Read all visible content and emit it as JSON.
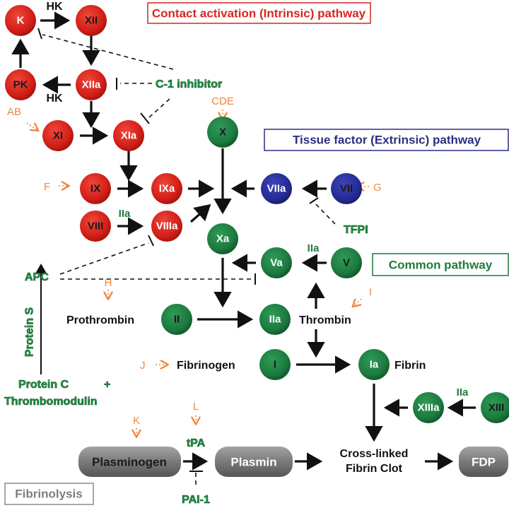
{
  "titles": {
    "intrinsic": "Contact activation (Intrinsic) pathway",
    "extrinsic": "Tissue factor (Extrinsic) pathway",
    "common": "Common pathway",
    "fibrinolysis": "Fibrinolysis"
  },
  "colors": {
    "intrinsic_red": "#d7261e",
    "extrinsic_blue": "#2b2e82",
    "common_green": "#1e7a3c",
    "fibrinolysis_gray": "#6e6e6e",
    "drug_orange": "#f0873f",
    "inhibitor_green": "#1d9a45"
  },
  "nodes": {
    "K": "K",
    "XII": "XII",
    "PK": "PK",
    "XIIa": "XIIa",
    "XI": "XI",
    "XIa": "XIa",
    "IX": "IX",
    "IXa": "IXa",
    "VIII": "VIII",
    "VIIIa": "VIIIa",
    "X": "X",
    "Xa": "Xa",
    "VIIa": "VIIa",
    "VII": "VII",
    "Va": "Va",
    "V": "V",
    "II": "II",
    "IIa": "IIa",
    "I": "I",
    "Ia": "Ia",
    "XIIIa": "XIIIa",
    "XIII": "XIII"
  },
  "pills": {
    "plasminogen": "Plasminogen",
    "plasmin": "Plasmin",
    "fdp": "FDP"
  },
  "labels": {
    "hk_top": "HK",
    "hk_bottom": "HK",
    "c1_inhibitor": "C-1 inhibitor",
    "iia_viii": "IIa",
    "iia_v": "IIa",
    "iia_xiii": "IIa",
    "tfpi": "TFPI",
    "apc": "APC",
    "protein_s": "Protein S",
    "protein_c": "Protein C",
    "plus": "+",
    "thrombomodulin": "Thrombomodulin",
    "prothrombin": "Prothrombin",
    "thrombin": "Thrombin",
    "fibrinogen": "Fibrinogen",
    "fibrin": "Fibrin",
    "clot_line1": "Cross-linked",
    "clot_line2": "Fibrin Clot",
    "tpa": "tPA",
    "pai1": "PAI-1"
  },
  "drug_markers": {
    "AB": "AB",
    "CDE": "CDE",
    "F": "F",
    "G": "G",
    "H": "H",
    "I": "I",
    "J": "J",
    "K": "K",
    "L": "L"
  }
}
